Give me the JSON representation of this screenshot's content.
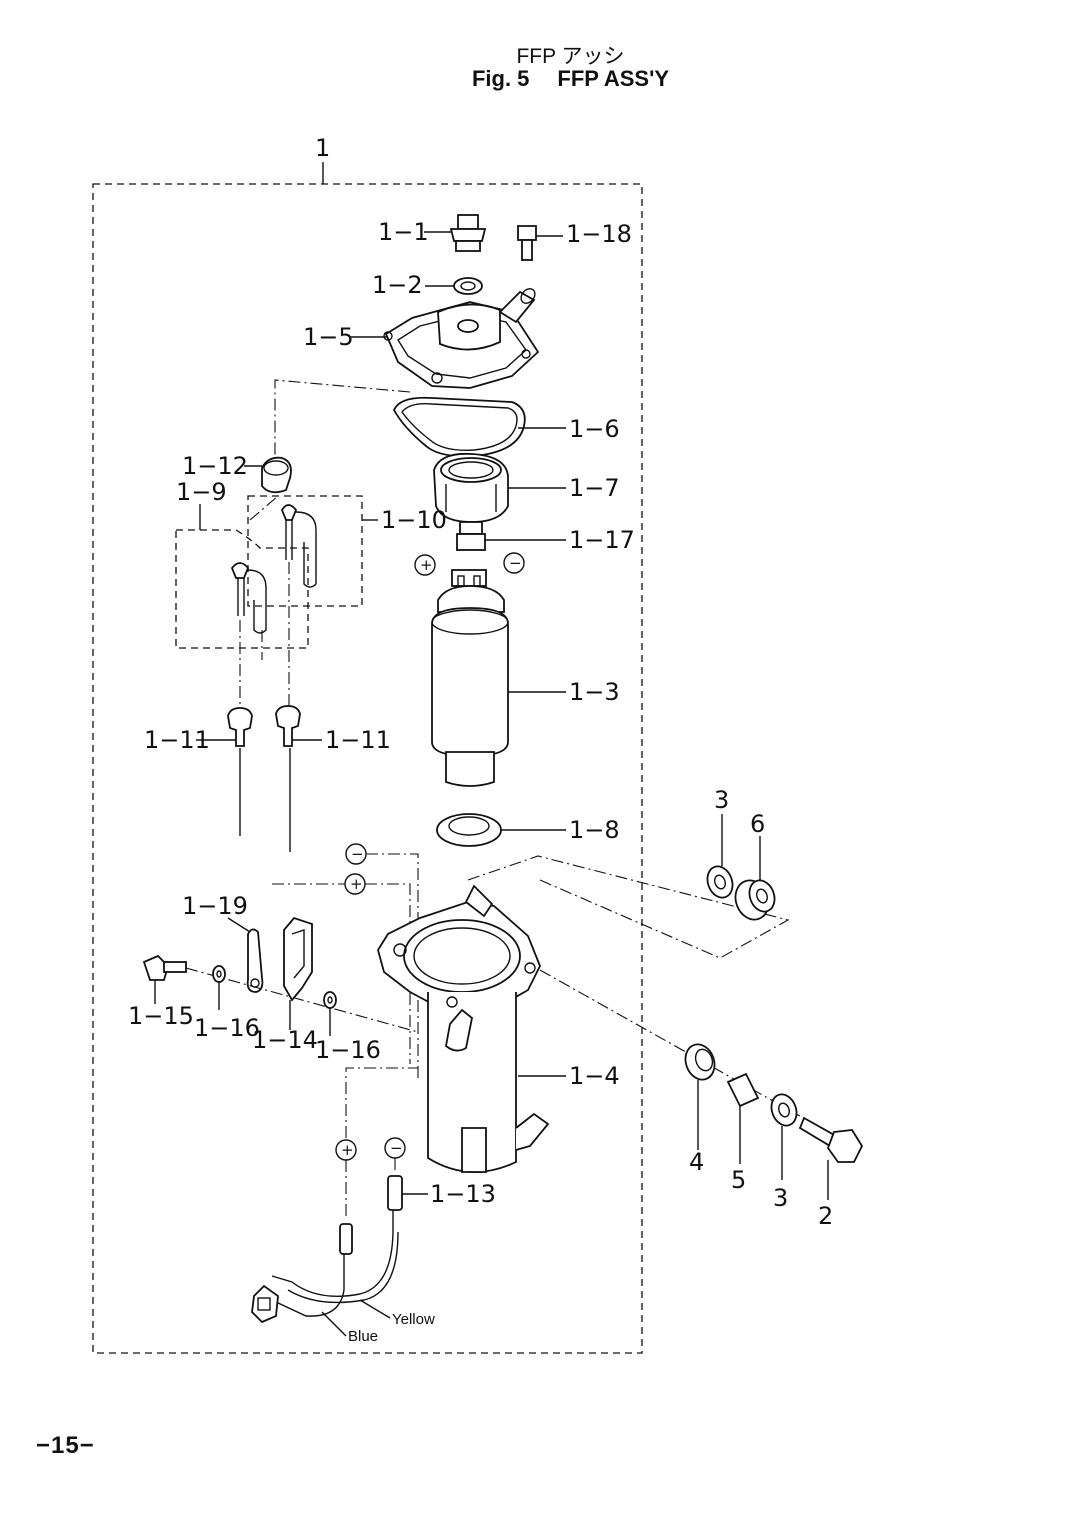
{
  "header": {
    "title_jp": "FFP アッシ",
    "fig_no": "Fig. 5",
    "title_en": "FFP ASS'Y"
  },
  "labels": {
    "p1": "1",
    "p1_1": "1−1",
    "p1_18": "1−18",
    "p1_2": "1−2",
    "p1_5": "1−5",
    "p1_6": "1−6",
    "p1_7": "1−7",
    "p1_12": "1−12",
    "p1_9": "1−9",
    "p1_10": "1−10",
    "p1_17": "1−17",
    "p1_3": "1−3",
    "p1_11a": "1−11",
    "p1_11b": "1−11",
    "p1_8": "1−8",
    "p3a": "3",
    "p6": "6",
    "p1_19": "1−19",
    "p1_15": "1−15",
    "p1_16a": "1−16",
    "p1_14": "1−14",
    "p1_16b": "1−16",
    "p1_4": "1−4",
    "p4": "4",
    "p5": "5",
    "p3b": "3",
    "p2": "2",
    "p1_13": "1−13"
  },
  "polarity": {
    "plus": "+",
    "minus": "−"
  },
  "wires": {
    "yellow": "Yellow",
    "blue": "Blue"
  },
  "page_number": "−15−"
}
